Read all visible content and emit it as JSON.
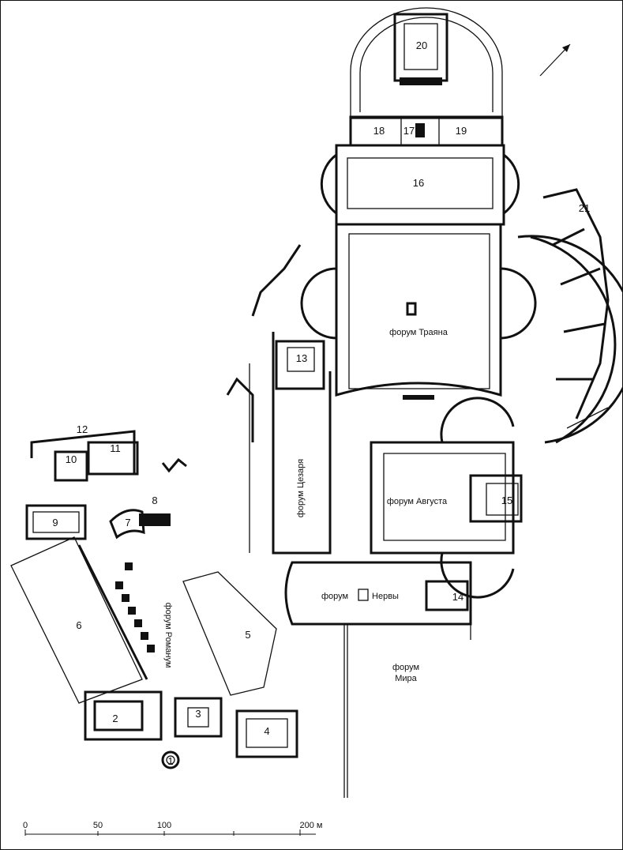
{
  "labels": {
    "forum_trajan": "форум Траяна",
    "forum_caesar": "форум Цезаря",
    "forum_augustus": "форум Августа",
    "forum_nerva_a": "форум",
    "forum_nerva_b": "Нервы",
    "forum_peace_a": "форум",
    "forum_peace_b": "Мира",
    "forum_romanum": "форум Романум"
  },
  "numbers": [
    "1",
    "2",
    "3",
    "4",
    "5",
    "6",
    "7",
    "8",
    "9",
    "10",
    "11",
    "12",
    "13",
    "14",
    "15",
    "16",
    "17",
    "18",
    "19",
    "20",
    "21"
  ],
  "scale": {
    "t0": "0",
    "t50": "50",
    "t100": "100",
    "t200": "200 м"
  }
}
